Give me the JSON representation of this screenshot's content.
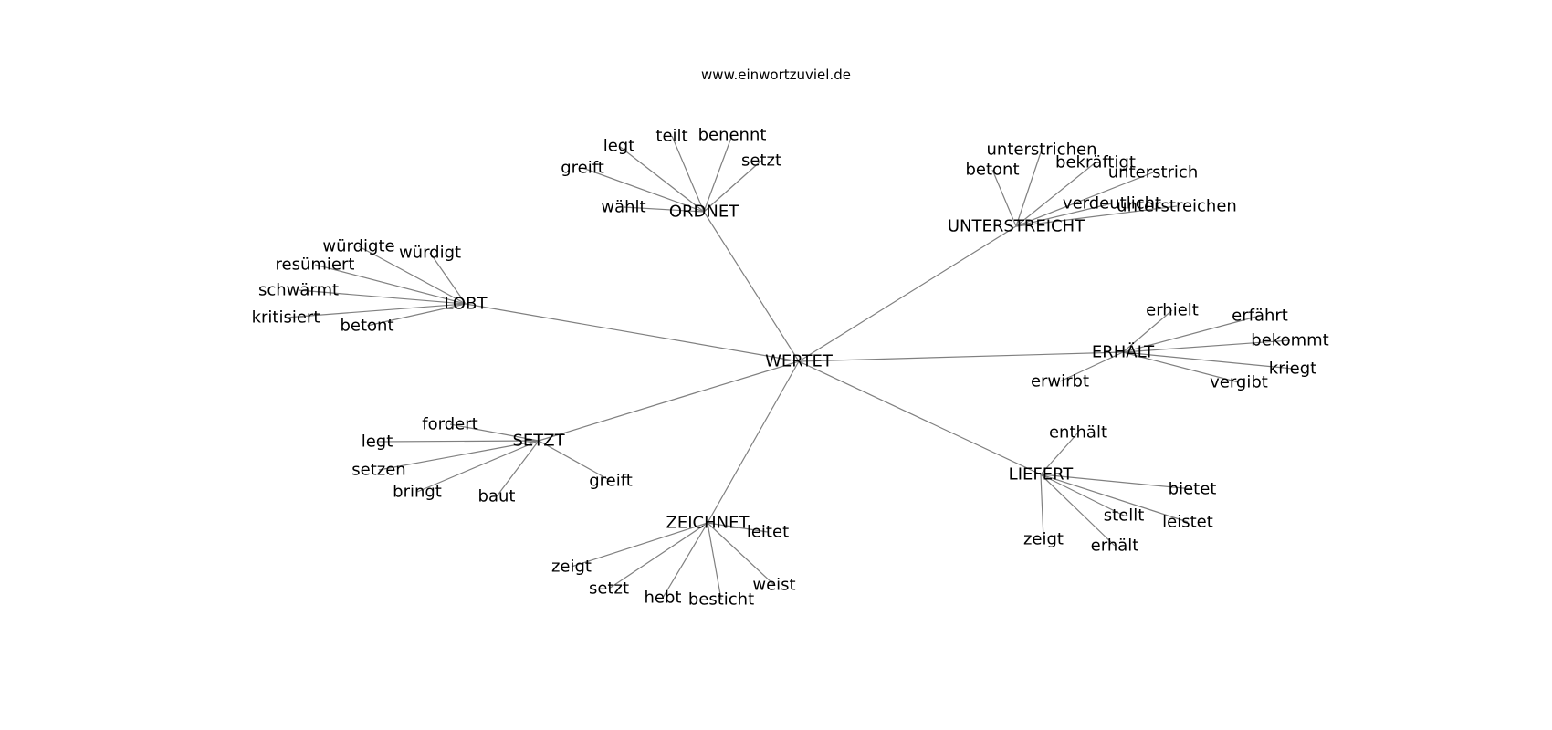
{
  "header": {
    "site": "www.einwortzuviel.de"
  },
  "graph": {
    "root": "WERTET",
    "clusters": [
      {
        "hub": "ORDNET",
        "leaves": [
          "legt",
          "teilt",
          "benennt",
          "greift",
          "setzt",
          "wählt"
        ]
      },
      {
        "hub": "UNTERSTREICHT",
        "leaves": [
          "unterstrichen",
          "bekräftigt",
          "betont",
          "unterstrich",
          "verdeutlicht",
          "unterstreichen"
        ]
      },
      {
        "hub": "LOBT",
        "leaves": [
          "würdigte",
          "würdigt",
          "resümiert",
          "schwärmt",
          "kritisiert",
          "betont"
        ]
      },
      {
        "hub": "ERHÄLT",
        "leaves": [
          "erhielt",
          "erfährt",
          "bekommt",
          "kriegt",
          "vergibt",
          "erwirbt"
        ]
      },
      {
        "hub": "SETZT",
        "leaves": [
          "fordert",
          "legt",
          "setzen",
          "bringt",
          "baut",
          "greift"
        ]
      },
      {
        "hub": "LIEFERT",
        "leaves": [
          "enthält",
          "bietet",
          "stellt",
          "leistet",
          "erhält",
          "zeigt"
        ]
      },
      {
        "hub": "ZEICHNET",
        "leaves": [
          "leitet",
          "zeigt",
          "setzt",
          "hebt",
          "besticht",
          "weist"
        ]
      }
    ]
  }
}
